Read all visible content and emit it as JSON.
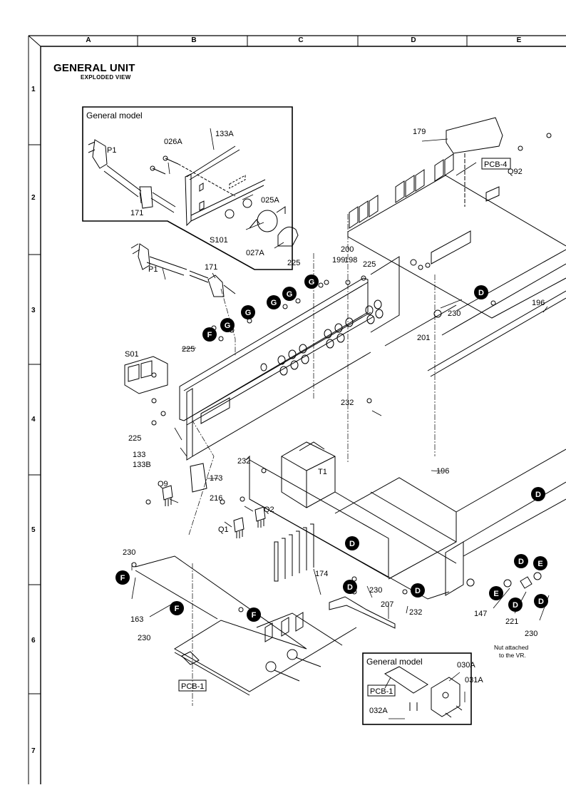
{
  "document": {
    "title": "GENERAL UNIT",
    "subtitle": "EXPLODED VIEW"
  },
  "grid": {
    "columns": [
      "A",
      "B",
      "C",
      "D",
      "E"
    ],
    "rows": [
      "1",
      "2",
      "3",
      "4",
      "5",
      "6",
      "7"
    ]
  },
  "insets": {
    "top_left": {
      "title": "General model",
      "labels": [
        "P1",
        "026A",
        "133A",
        "171",
        "025A",
        "S101",
        "027A"
      ]
    },
    "bottom": {
      "title": "General model",
      "labels": [
        "PCB-1",
        "030A",
        "031A",
        "032A"
      ]
    }
  },
  "labels": {
    "p1": "P1",
    "l171": "171",
    "l225a": "225",
    "l225b": "225",
    "l225c": "225",
    "l200": "200",
    "l199": "199",
    "l198": "198",
    "l225d": "225",
    "l201": "201",
    "s01": "S01",
    "l133": "133",
    "l133b": "133B",
    "l232a": "232",
    "l232b": "232",
    "t1": "T1",
    "l173": "173",
    "q9": "Q9",
    "l216": "216",
    "q2": "Q2",
    "q1": "Q1",
    "l174": "174",
    "l230a": "230",
    "l163": "163",
    "l230b": "230",
    "pcb1": "PCB-1",
    "l179": "179",
    "pcb4": "PCB-4",
    "q92": "Q92",
    "l230c": "230",
    "l196a": "196",
    "l196b": "196",
    "l230d": "230",
    "l232c": "232",
    "l207": "207",
    "l147": "147",
    "l221": "221",
    "l230e": "230",
    "nut_note_1": "Nut attached",
    "nut_note_2": "to the VR.",
    "gm_p1": "P1",
    "gm_026a": "026A",
    "gm_133a": "133A",
    "gm_171": "171",
    "gm_025a": "025A",
    "gm_s101": "S101",
    "gm_027a": "027A",
    "gm2_pcb1": "PCB-1",
    "gm2_030a": "030A",
    "gm2_031a": "031A",
    "gm2_032a": "032A"
  },
  "screw_codes": {
    "D": "D",
    "E": "E",
    "F": "F",
    "G": "G"
  }
}
